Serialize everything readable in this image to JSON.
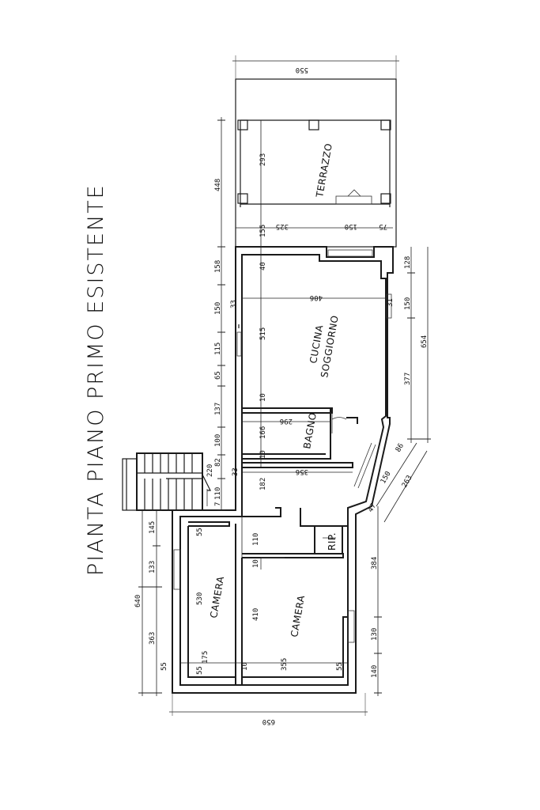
{
  "title": "PIANTA PIANO PRIMO ESISTENTE",
  "rooms": {
    "terrazzo": "TERRAZZO",
    "cucina": "CUCINA",
    "soggiorno": "SOGGIORNO",
    "bagno": "BAGNO",
    "camera_left": "CAMERA",
    "camera_right": "CAMERA",
    "rip": "RIP."
  },
  "dimensions": {
    "top_width": "550",
    "bottom_width": "650",
    "terrazzo_depth": "293",
    "terrazzo_length": "448",
    "t_155": "155",
    "t_325": "325",
    "t_150": "150",
    "t_75": "75",
    "l_158": "158",
    "l_150": "150",
    "l_115": "115",
    "l_65": "65",
    "l_137": "137",
    "l_100": "100",
    "l_82": "82",
    "l_220": "220",
    "l_7": "7",
    "l_110": "110",
    "l_145": "145",
    "l_133": "133",
    "l_640": "640",
    "l_363": "363",
    "l_55a": "55",
    "k_40": "40",
    "k_33": "33",
    "k_406": "406",
    "k_31": "31",
    "k_515": "515",
    "k_10": "10",
    "b_296": "296",
    "b_166": "166",
    "b_10": "10",
    "c_33": "33",
    "c_356": "356",
    "c_182": "182",
    "r_128": "128",
    "r_150": "150",
    "r_654": "654",
    "r_377": "377",
    "r_86": "86",
    "r_150b": "150",
    "r_263": "263",
    "r_47": "47",
    "r_384": "384",
    "r_130": "130",
    "r_140": "140",
    "m_55": "55",
    "m_110": "110",
    "m_10": "10",
    "cam_530": "530",
    "cam_410": "410",
    "cam_175": "175",
    "cam_55b": "55",
    "cam_10": "10",
    "cam_355": "355",
    "cam_55c": "55"
  }
}
